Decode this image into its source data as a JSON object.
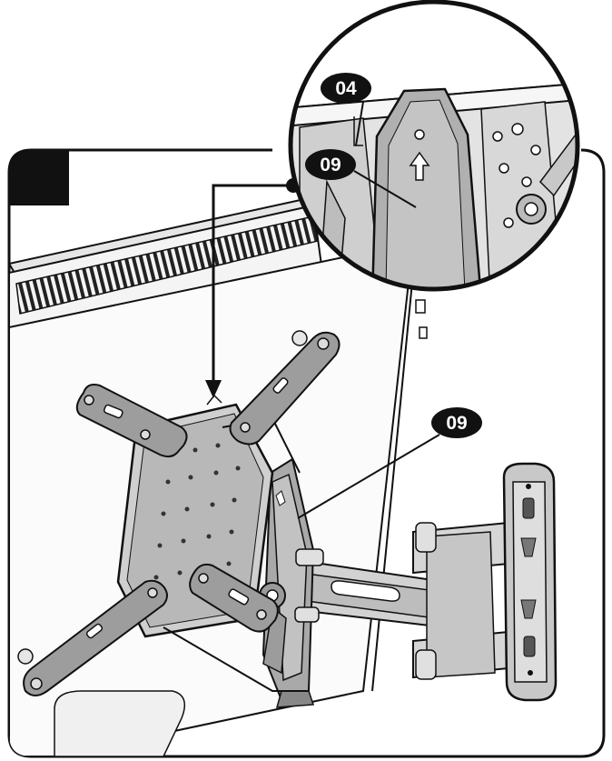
{
  "callouts": {
    "inset_part_a": "04",
    "inset_part_b": "09",
    "main_part": "09"
  },
  "colors": {
    "ink": "#111111",
    "part_fill": "#b9b9b9",
    "part_fill_light": "#d9d9d9",
    "part_fill_dark": "#8c8c8c",
    "background": "#ffffff"
  }
}
